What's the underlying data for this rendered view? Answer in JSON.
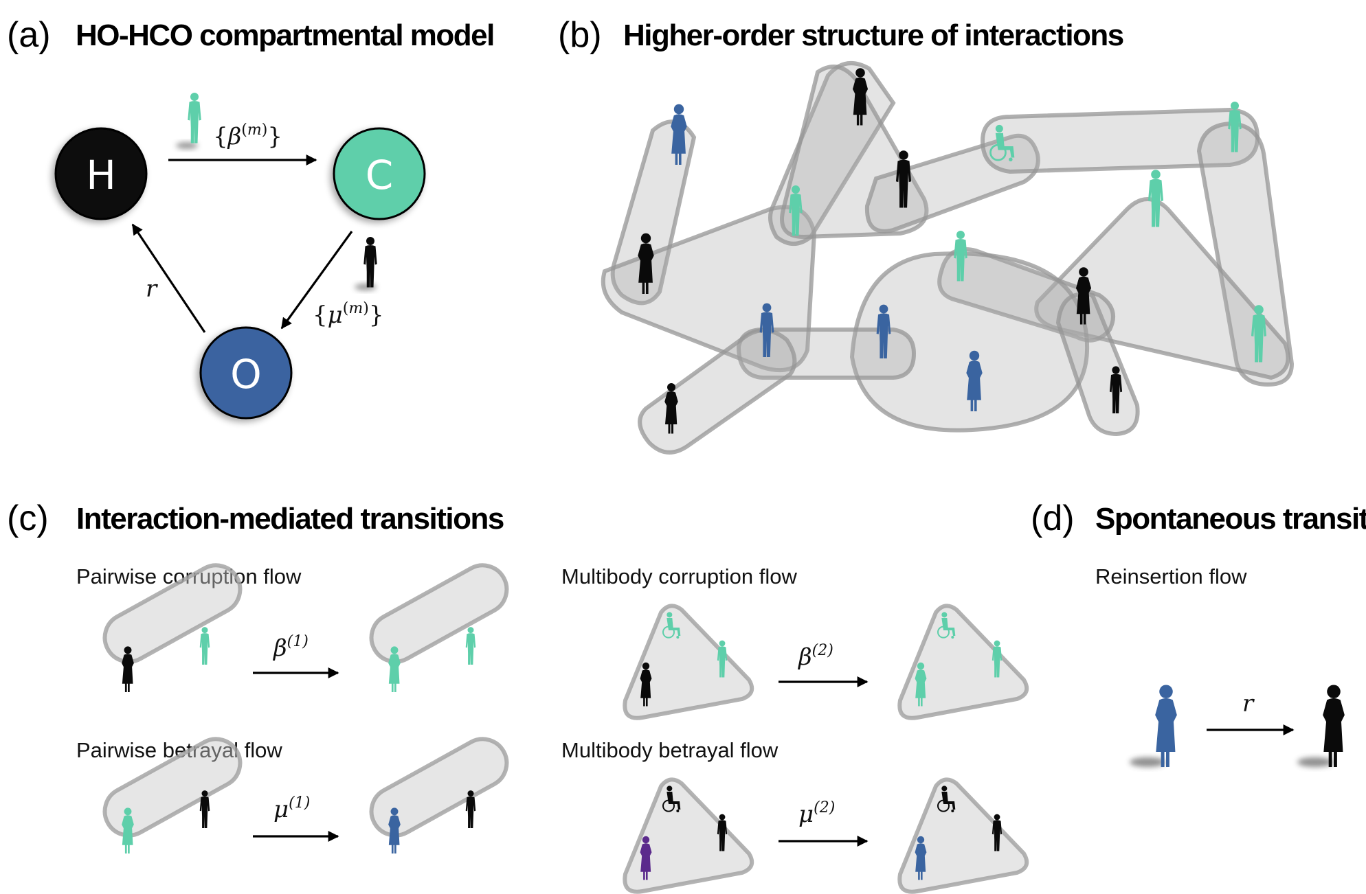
{
  "colors": {
    "honest": "#0a0a0a",
    "corrupt": "#5ecfaa",
    "ostracized": "#3a64a0",
    "highlight_purple": "#5b2a8c",
    "hyperedge_fill": "#d9d9d9",
    "hyperedge_stroke": "#a6a6a6"
  },
  "panel_a": {
    "letter": "(a)",
    "title": "HO-HCO compartmental model",
    "nodes": [
      {
        "id": "H",
        "label": "H",
        "state": "honest"
      },
      {
        "id": "C",
        "label": "C",
        "state": "corrupt"
      },
      {
        "id": "O",
        "label": "O",
        "state": "ostracized"
      }
    ],
    "transitions": [
      {
        "from": "H",
        "to": "C",
        "rate_symbol": "β",
        "rate_superscript": "m",
        "set_braces": true,
        "mediator_state": "corrupt"
      },
      {
        "from": "C",
        "to": "O",
        "rate_symbol": "μ",
        "rate_superscript": "m",
        "set_braces": true,
        "mediator_state": "honest"
      },
      {
        "from": "O",
        "to": "H",
        "rate_symbol": "r",
        "rate_superscript": "",
        "set_braces": false,
        "mediator_state": ""
      }
    ]
  },
  "panel_b": {
    "letter": "(b)",
    "title": "Higher-order structure of interactions"
  },
  "panel_c": {
    "letter": "(c)",
    "title": "Interaction-mediated transitions",
    "flows": [
      {
        "name": "Pairwise corruption flow",
        "rate_symbol": "β",
        "rate_superscript": "(1)",
        "shape": "pair",
        "before": [
          "honest",
          "corrupt"
        ],
        "after": [
          "corrupt",
          "corrupt"
        ]
      },
      {
        "name": "Pairwise betrayal flow",
        "rate_symbol": "μ",
        "rate_superscript": "(1)",
        "shape": "pair",
        "before": [
          "corrupt",
          "honest"
        ],
        "after": [
          "ostracized",
          "honest"
        ]
      },
      {
        "name": "Multibody corruption flow",
        "rate_symbol": "β",
        "rate_superscript": "(2)",
        "shape": "triangle",
        "before": [
          "corrupt",
          "corrupt",
          "honest"
        ],
        "after": [
          "corrupt",
          "corrupt",
          "corrupt"
        ]
      },
      {
        "name": "Multibody betrayal flow",
        "rate_symbol": "μ",
        "rate_superscript": "(2)",
        "shape": "triangle",
        "before": [
          "honest",
          "honest",
          "highlight_purple"
        ],
        "after": [
          "honest",
          "honest",
          "ostracized"
        ]
      }
    ]
  },
  "panel_d": {
    "letter": "(d)",
    "title": "Spontaneous transition",
    "flow": {
      "name": "Reinsertion flow",
      "rate_symbol": "r",
      "before": "ostracized",
      "after": "honest"
    }
  }
}
